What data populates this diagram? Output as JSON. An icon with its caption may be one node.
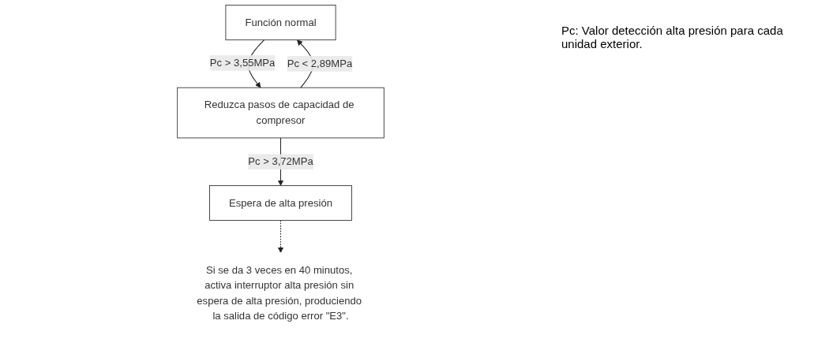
{
  "diagram": {
    "nodes": [
      {
        "text": [
          "Función normal"
        ]
      },
      {
        "text": [
          "Reduzca pasos de capacidad de compresor"
        ]
      },
      {
        "text": [
          "Espera de alta presión"
        ]
      },
      {
        "text": [
          "Si se da 3 veces en 40 minutos, activa interruptor alta presión sin espera de alta presión, produciendo la salida de código error \"E3\"."
        ]
      }
    ],
    "edges": [
      {
        "from": 0,
        "to": 1,
        "arrow": "to",
        "label": "Pc > 3,55MPa"
      },
      {
        "from": 1,
        "to": 0,
        "arrow": "to",
        "label": "Pc < 2,89MPa"
      },
      {
        "from": 1,
        "to": 2,
        "arrow": "to",
        "label": "Pc > 3,72MPa"
      },
      {
        "from": 2,
        "to": 3,
        "arrow": "to",
        "style": "dashed"
      }
    ],
    "labels": [
      "Pc: Valor detección alta presión para cada unidad exterior."
    ]
  }
}
